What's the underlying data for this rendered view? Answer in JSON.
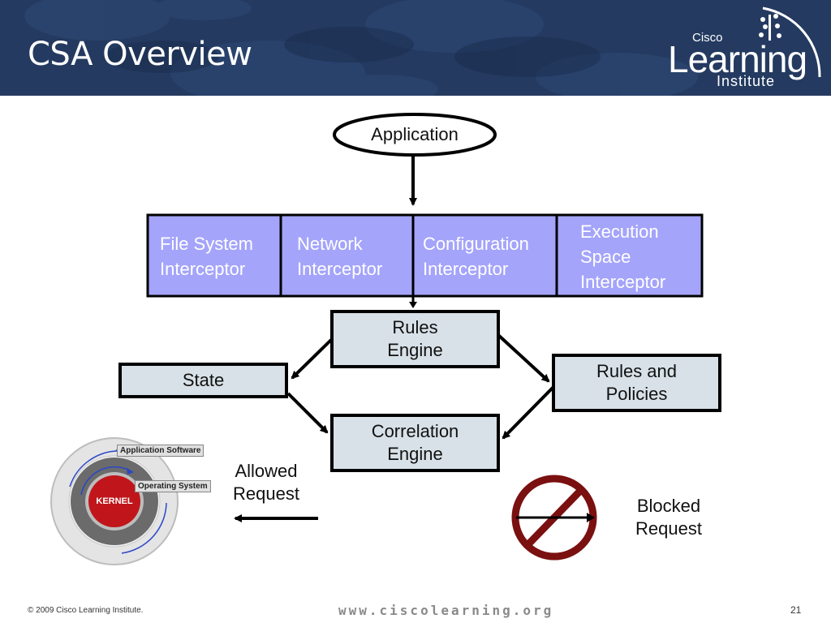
{
  "slide": {
    "title": "CSA Overview",
    "logo": {
      "small": "Cisco",
      "main": "Learning",
      "sub": "Institute"
    }
  },
  "diagram": {
    "application": "Application",
    "interceptors": [
      {
        "line1": "File System",
        "line2": "Interceptor"
      },
      {
        "line1": "Network",
        "line2": "Interceptor"
      },
      {
        "line1": "Configuration",
        "line2": "Interceptor"
      },
      {
        "line1": "Execution",
        "line2": "Space",
        "line3": "Interceptor"
      }
    ],
    "rules_engine": {
      "line1": "Rules",
      "line2": "Engine"
    },
    "state": "State",
    "rules_policies": {
      "line1": "Rules and",
      "line2": "Policies"
    },
    "correlation_engine": {
      "line1": "Correlation",
      "line2": "Engine"
    },
    "allowed": {
      "line1": "Allowed",
      "line2": "Request"
    },
    "blocked": {
      "line1": "Blocked",
      "line2": "Request"
    },
    "rings": {
      "app_software": "Application Software",
      "os": "Operating System",
      "kernel": "KERNEL"
    },
    "colors": {
      "interceptor_fill": "#a4a4fb",
      "box_fill": "#d8e1e8",
      "kernel_red": "#c0161b",
      "blocked_red": "#7a1010",
      "header_blue": "#243a60"
    }
  },
  "footer": {
    "copyright": "© 2009 Cisco Learning Institute.",
    "url": "www.ciscolearning.org",
    "page_number": "21"
  }
}
